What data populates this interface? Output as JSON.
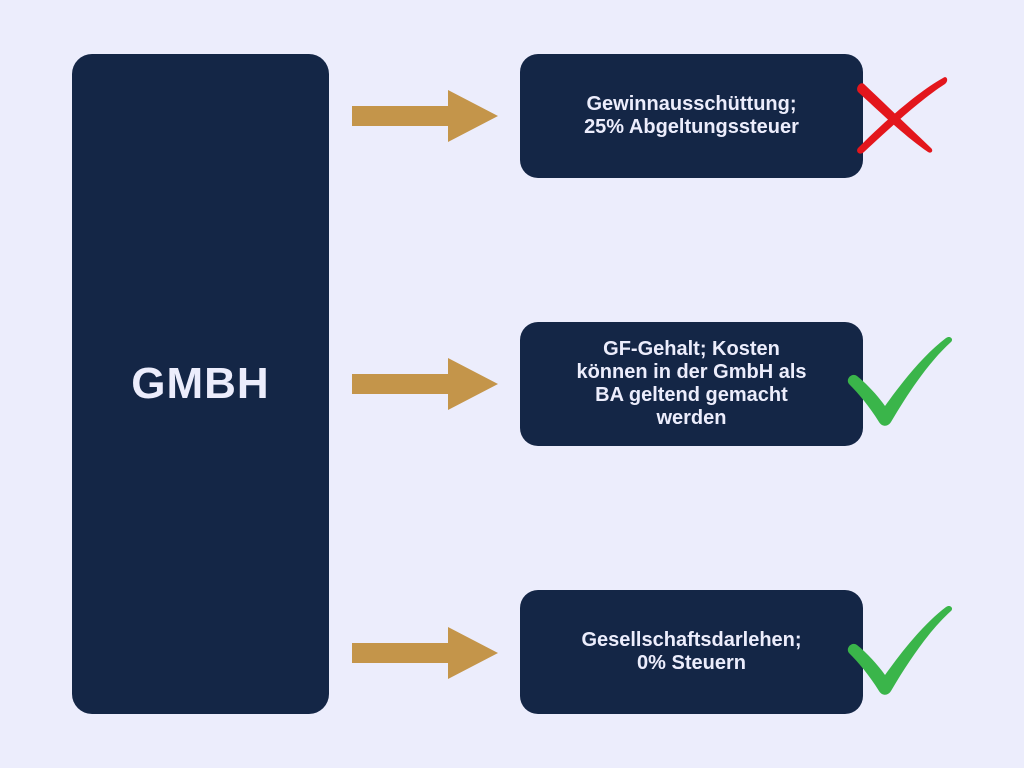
{
  "main": {
    "label": "GMBH"
  },
  "outcomes": [
    {
      "text": "Gewinnausschüttung;\n25% Abgeltungssteuer",
      "status": "cross-icon",
      "status_color": "#e3161c"
    },
    {
      "text": "GF-Gehalt; Kosten\nkönnen in der GmbH als\nBA geltend gemacht\nwerden",
      "status": "check-icon",
      "status_color": "#3ab54a"
    },
    {
      "text": "Gesellschaftsdarlehen;\n0% Steuern",
      "status": "check-icon",
      "status_color": "#3ab54a"
    }
  ],
  "colors": {
    "background": "#ecedfc",
    "box": "#142646",
    "arrow": "#c4954a",
    "text": "#ecedfc"
  }
}
